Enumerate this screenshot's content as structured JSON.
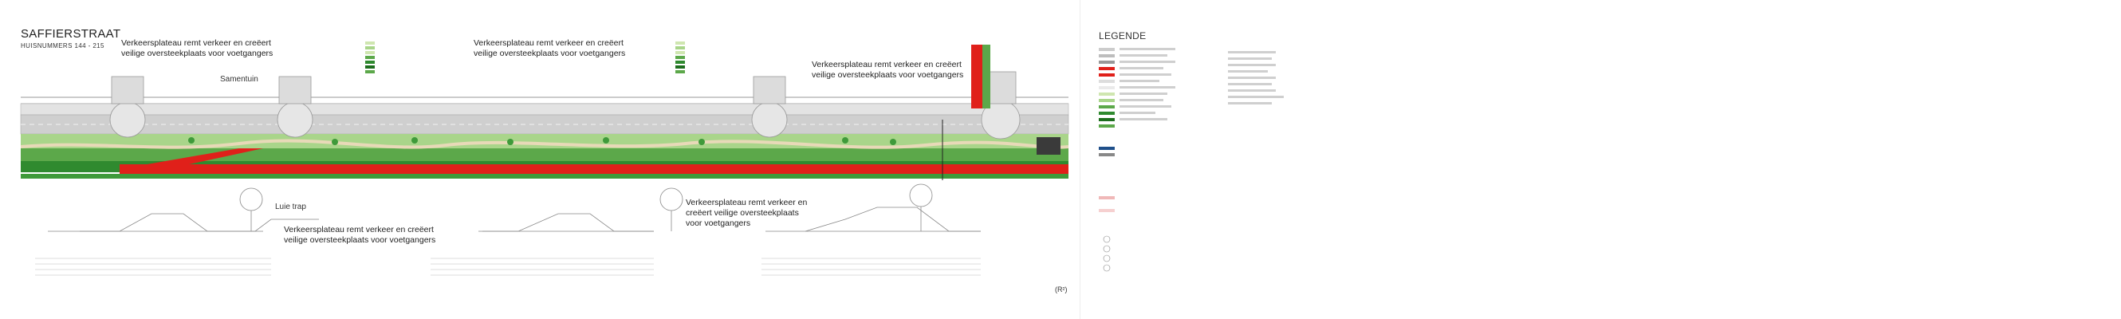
{
  "title": "SAFFIERSTRAAT",
  "subtitle": "HUISNUMMERS 144 - 215",
  "callouts": [
    "Verkeersplateau remt verkeer en creëert\nveilige oversteekplaats voor voetgangers",
    "Verkeersplateau remt verkeer en creëert\nveilige oversteekplaats voor voetgangers",
    "Verkeersplateau remt verkeer en creëert\nveilige oversteekplaats voor voetgangers",
    "Verkeersplateau remt verkeer en creëert\nveilige oversteekplaats voor voetgangers",
    "Verkeersplateau remt verkeer en\ncreëert veilige oversteekplaats\nvoor voetgangers"
  ],
  "labels": {
    "samentuin": "Samentuin",
    "luie_trap": "Luie trap"
  },
  "legend_title": "LEGENDE",
  "credit": "(R²)",
  "colors": {
    "bike_path": "#e0201a",
    "grass_dark": "#2f8a2f",
    "grass_mid": "#5fa84a",
    "grass_light": "#9fd07a",
    "pavement": "#d9d9d9",
    "road": "#c8c8c8"
  }
}
